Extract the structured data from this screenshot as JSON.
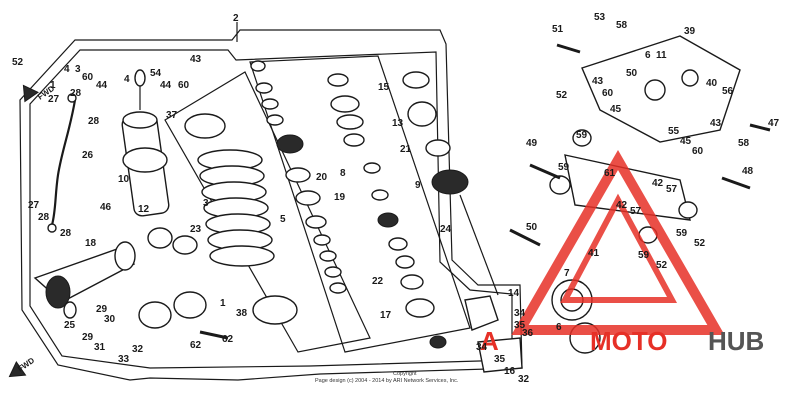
{
  "diagram": {
    "callouts": [
      {
        "id": "c1",
        "text": "2"
      },
      {
        "id": "c2",
        "text": "52"
      },
      {
        "id": "c3",
        "text": "4"
      },
      {
        "id": "c4",
        "text": "3"
      },
      {
        "id": "c5",
        "text": "60"
      },
      {
        "id": "c6",
        "text": "44"
      },
      {
        "id": "c7",
        "text": "4"
      },
      {
        "id": "c8",
        "text": "54"
      },
      {
        "id": "c9",
        "text": "43"
      },
      {
        "id": "c10",
        "text": "44"
      },
      {
        "id": "c11",
        "text": "60"
      },
      {
        "id": "c12",
        "text": "1"
      },
      {
        "id": "c13",
        "text": "28"
      },
      {
        "id": "c14",
        "text": "27"
      },
      {
        "id": "c15",
        "text": "28"
      },
      {
        "id": "c16",
        "text": "26"
      },
      {
        "id": "c17",
        "text": "37"
      },
      {
        "id": "c18",
        "text": "10"
      },
      {
        "id": "c19",
        "text": "3"
      },
      {
        "id": "c20",
        "text": "46"
      },
      {
        "id": "c21",
        "text": "12"
      },
      {
        "id": "c22",
        "text": "27"
      },
      {
        "id": "c23",
        "text": "28"
      },
      {
        "id": "c24",
        "text": "28"
      },
      {
        "id": "c25",
        "text": "18"
      },
      {
        "id": "c26",
        "text": "23"
      },
      {
        "id": "c27",
        "text": "25"
      },
      {
        "id": "c28",
        "text": "29"
      },
      {
        "id": "c29",
        "text": "30"
      },
      {
        "id": "c30",
        "text": "29"
      },
      {
        "id": "c31",
        "text": "31"
      },
      {
        "id": "c32",
        "text": "33"
      },
      {
        "id": "c33",
        "text": "32"
      },
      {
        "id": "c34",
        "text": "1"
      },
      {
        "id": "c35",
        "text": "62"
      },
      {
        "id": "c36",
        "text": "62"
      },
      {
        "id": "c37",
        "text": "38"
      },
      {
        "id": "c38",
        "text": "15"
      },
      {
        "id": "c39",
        "text": "13"
      },
      {
        "id": "c40",
        "text": "21"
      },
      {
        "id": "c41",
        "text": "20"
      },
      {
        "id": "c42",
        "text": "19"
      },
      {
        "id": "c43",
        "text": "8"
      },
      {
        "id": "c44",
        "text": "9"
      },
      {
        "id": "c45",
        "text": "5"
      },
      {
        "id": "c46",
        "text": "24"
      },
      {
        "id": "c47",
        "text": "22"
      },
      {
        "id": "c48",
        "text": "17"
      },
      {
        "id": "c49",
        "text": "14"
      },
      {
        "id": "c50",
        "text": "34"
      },
      {
        "id": "c51",
        "text": "35"
      },
      {
        "id": "c52",
        "text": "36"
      },
      {
        "id": "c53",
        "text": "34"
      },
      {
        "id": "c54",
        "text": "35"
      },
      {
        "id": "c55",
        "text": "16"
      },
      {
        "id": "c56",
        "text": "32"
      },
      {
        "id": "c57",
        "text": "51"
      },
      {
        "id": "c58",
        "text": "53"
      },
      {
        "id": "c59",
        "text": "58"
      },
      {
        "id": "c60",
        "text": "39"
      },
      {
        "id": "c61",
        "text": "6"
      },
      {
        "id": "c62",
        "text": "11"
      },
      {
        "id": "c63",
        "text": "43"
      },
      {
        "id": "c64",
        "text": "50"
      },
      {
        "id": "c65",
        "text": "52"
      },
      {
        "id": "c66",
        "text": "60"
      },
      {
        "id": "c67",
        "text": "45"
      },
      {
        "id": "c68",
        "text": "40"
      },
      {
        "id": "c69",
        "text": "56"
      },
      {
        "id": "c70",
        "text": "55"
      },
      {
        "id": "c71",
        "text": "43"
      },
      {
        "id": "c72",
        "text": "45"
      },
      {
        "id": "c73",
        "text": "60"
      },
      {
        "id": "c74",
        "text": "58"
      },
      {
        "id": "c75",
        "text": "47"
      },
      {
        "id": "c76",
        "text": "49"
      },
      {
        "id": "c77",
        "text": "59"
      },
      {
        "id": "c78",
        "text": "59"
      },
      {
        "id": "c79",
        "text": "48"
      },
      {
        "id": "c80",
        "text": "61"
      },
      {
        "id": "c81",
        "text": "42"
      },
      {
        "id": "c82",
        "text": "57"
      },
      {
        "id": "c83",
        "text": "42"
      },
      {
        "id": "c84",
        "text": "57"
      },
      {
        "id": "c85",
        "text": "50"
      },
      {
        "id": "c86",
        "text": "41"
      },
      {
        "id": "c87",
        "text": "59"
      },
      {
        "id": "c88",
        "text": "52"
      },
      {
        "id": "c89",
        "text": "59"
      },
      {
        "id": "c90",
        "text": "52"
      },
      {
        "id": "c91",
        "text": "7"
      },
      {
        "id": "c92",
        "text": "6"
      }
    ],
    "arrows": {
      "front_top": "FWD",
      "front_bottom": "FWD"
    },
    "footer": {
      "line1": "Copyright",
      "line2": "Page design (c) 2004 - 2014 by ARI Network Services, Inc."
    }
  },
  "watermark": {
    "text_red": "MOTO",
    "text_gray": "HUB",
    "text_left_red": "A",
    "colors": {
      "red": "#e63027",
      "gray": "#555555"
    }
  }
}
